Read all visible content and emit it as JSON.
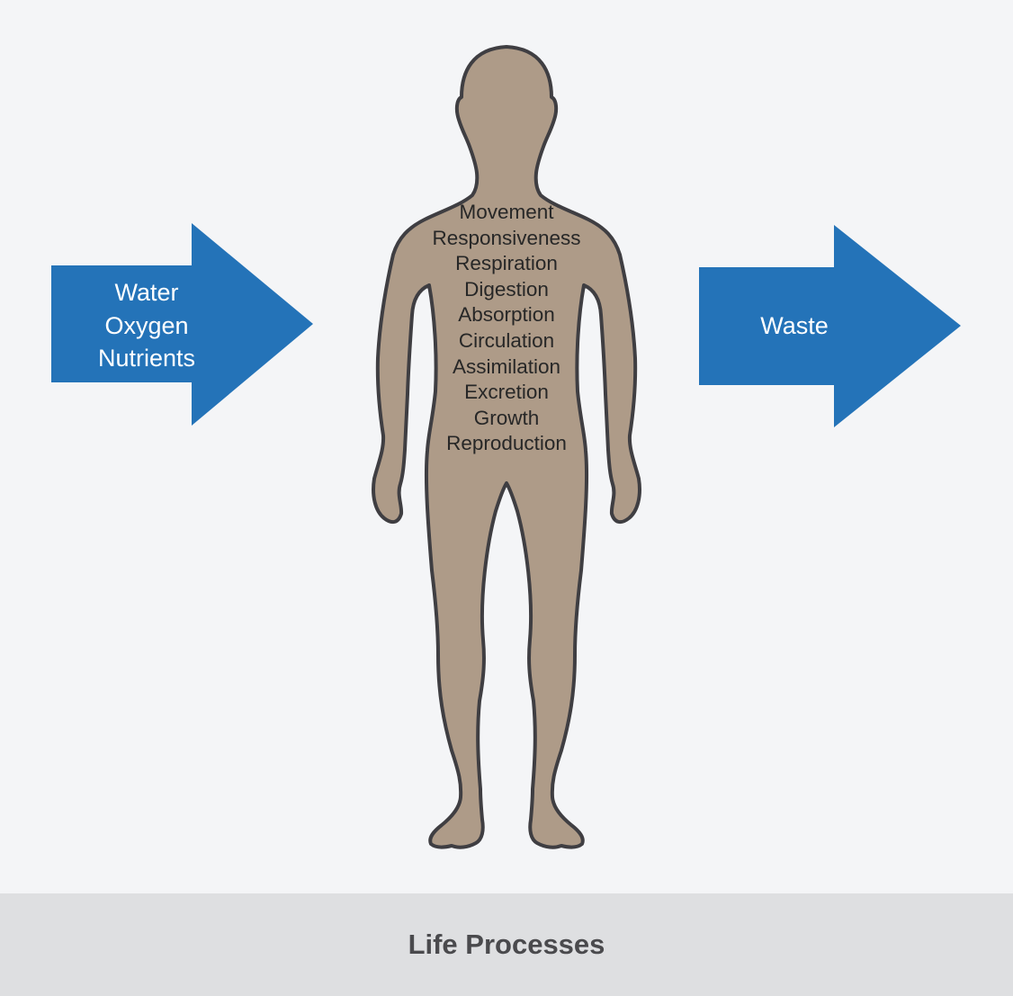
{
  "colors": {
    "background": "#F4F5F7",
    "arrow": "#2473B8",
    "arrow_text": "#FFFFFF",
    "body_fill": "#AE9B88",
    "body_outline": "#3F3E42",
    "body_text": "#272727",
    "footer_bg": "#DEDFE1",
    "footer_text": "#4A4A4D"
  },
  "inputs_arrow": {
    "lines": [
      "Water",
      "Oxygen",
      "Nutrients"
    ]
  },
  "outputs_arrow": {
    "label": "Waste"
  },
  "life_processes": [
    "Movement",
    "Responsiveness",
    "Respiration",
    "Digestion",
    "Absorption",
    "Circulation",
    "Assimilation",
    "Excretion",
    "Growth",
    "Reproduction"
  ],
  "footer": {
    "title": "Life Processes"
  }
}
